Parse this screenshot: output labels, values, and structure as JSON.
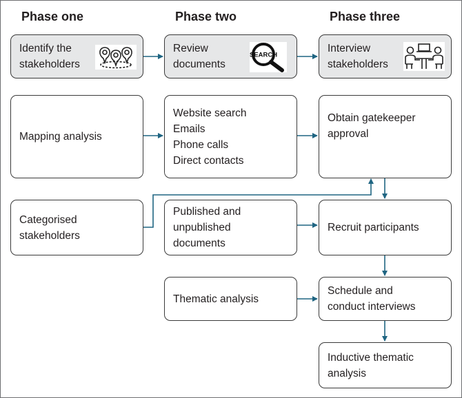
{
  "phases": [
    {
      "title": "Phase one"
    },
    {
      "title": "Phase two"
    },
    {
      "title": "Phase three"
    }
  ],
  "header_boxes": [
    {
      "label": "Identify the\nstakeholders",
      "icon": "stakeholder-map-pins-icon"
    },
    {
      "label": "Review\ndocuments",
      "icon": "search-magnifier-icon"
    },
    {
      "label": "Interview\nstakeholders",
      "icon": "interview-meeting-icon"
    }
  ],
  "boxes": {
    "mapping_analysis": "Mapping analysis",
    "categorised_stakeholders": "Categorised\nstakeholders",
    "website_search": "Website search\nEmails\nPhone calls\nDirect contacts",
    "published_documents": "Published and\nunpublished\ndocuments",
    "thematic_analysis": "Thematic analysis",
    "gatekeeper_approval": "Obtain gatekeeper\napproval",
    "recruit_participants": "Recruit participants",
    "schedule_interviews": "Schedule and\nconduct interviews",
    "inductive_analysis": "Inductive thematic\nanalysis"
  },
  "icon_labels": {
    "search_text": "SEARCH"
  },
  "colors": {
    "arrow": "#1f6582",
    "header_fill": "#e6e7e8",
    "box_border": "#3a3a3a"
  }
}
